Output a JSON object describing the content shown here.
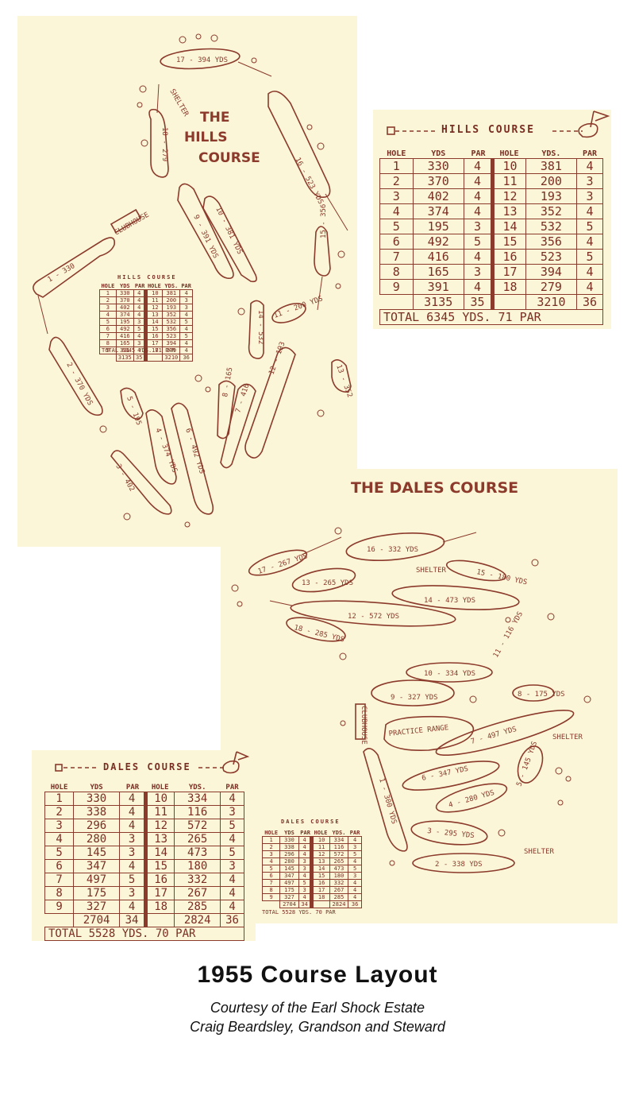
{
  "hills": {
    "map_title": [
      "THE",
      "HILLS",
      "COURSE"
    ],
    "labels": {
      "shelter": "SHELTER",
      "h17": "17 - 394 YDS",
      "h16": "16 - 523 YDS",
      "h18": "18 - 279",
      "h9": "9 - 391 YDS",
      "h10": "10 - 381 YDS",
      "h11": "11 - 200 YDS",
      "h12": "12 - 193",
      "h13": "13 - 352",
      "h14": "14 - 532",
      "h15": "15 - 356",
      "h1": "1 - 330",
      "h2": "2 - 370 YDS",
      "h3": "3 - 402",
      "h4": "4 - 374 YDS",
      "h5": "5 - 195",
      "h6": "6 - 492 YDS",
      "h7": "7 - 416",
      "h8": "8 - 165",
      "clubhouse": "CLUBHOUSE"
    },
    "scorecard": {
      "title": "HILLS COURSE",
      "headers": [
        "HOLE",
        "YDS",
        "PAR",
        "HOLE",
        "YDS.",
        "PAR"
      ],
      "rows": [
        [
          "1",
          "330",
          "4",
          "10",
          "381",
          "4"
        ],
        [
          "2",
          "370",
          "4",
          "11",
          "200",
          "3"
        ],
        [
          "3",
          "402",
          "4",
          "12",
          "193",
          "3"
        ],
        [
          "4",
          "374",
          "4",
          "13",
          "352",
          "4"
        ],
        [
          "5",
          "195",
          "3",
          "14",
          "532",
          "5"
        ],
        [
          "6",
          "492",
          "5",
          "15",
          "356",
          "4"
        ],
        [
          "7",
          "416",
          "4",
          "16",
          "523",
          "5"
        ],
        [
          "8",
          "165",
          "3",
          "17",
          "394",
          "4"
        ],
        [
          "9",
          "391",
          "4",
          "18",
          "279",
          "4"
        ]
      ],
      "subtotal": [
        "3135",
        "35",
        "3210",
        "36"
      ],
      "total": "TOTAL   6345 YDS.   71 PAR"
    }
  },
  "dales": {
    "map_title": "THE DALES COURSE",
    "labels": {
      "d16": "16 - 332 YDS",
      "d17": "17 - 267 YDS",
      "d13": "13 - 265 YDS",
      "d15": "15 - 180 YDS",
      "d14": "14 - 473 YDS",
      "d12": "12 - 572 YDS",
      "d18": "18 - 285 YDS",
      "d11": "11 - 116 YDS",
      "d10": "10 - 334 YDS",
      "d9": "9 - 327 YDS",
      "d8": "8 - 175 YDS",
      "d7": "7 - 497 YDS",
      "d6": "6 - 347 YDS",
      "d5": "5 - 145 YDS",
      "d4": "4 - 280 YDS",
      "d3": "3 - 295 YDS",
      "d2": "2 - 338 YDS",
      "d1": "1 - 300 YDS",
      "practice": "PRACTICE RANGE",
      "clubhouse": "CLUBHOUSE",
      "shelter": "SHELTER"
    },
    "scorecard": {
      "title": "DALES COURSE",
      "headers": [
        "HOLE",
        "YDS",
        "PAR",
        "HOLE",
        "YDS.",
        "PAR"
      ],
      "rows": [
        [
          "1",
          "330",
          "4",
          "10",
          "334",
          "4"
        ],
        [
          "2",
          "338",
          "4",
          "11",
          "116",
          "3"
        ],
        [
          "3",
          "296",
          "4",
          "12",
          "572",
          "5"
        ],
        [
          "4",
          "280",
          "3",
          "13",
          "265",
          "4"
        ],
        [
          "5",
          "145",
          "3",
          "14",
          "473",
          "5"
        ],
        [
          "6",
          "347",
          "4",
          "15",
          "180",
          "3"
        ],
        [
          "7",
          "497",
          "5",
          "16",
          "332",
          "4"
        ],
        [
          "8",
          "175",
          "3",
          "17",
          "267",
          "4"
        ],
        [
          "9",
          "327",
          "4",
          "18",
          "285",
          "4"
        ]
      ],
      "subtotal": [
        "2704",
        "34",
        "2824",
        "36"
      ],
      "total": "TOTAL   5528 YDS.   70 PAR"
    }
  },
  "caption": {
    "title": "1955 Course Layout",
    "line1": "Courtesy of the Earl Shock Estate",
    "line2": "Craig Beardsley, Grandson and Steward"
  },
  "colors": {
    "paper": "#fbf6d8",
    "ink": "#8b3a2b",
    "caption": "#111111"
  }
}
